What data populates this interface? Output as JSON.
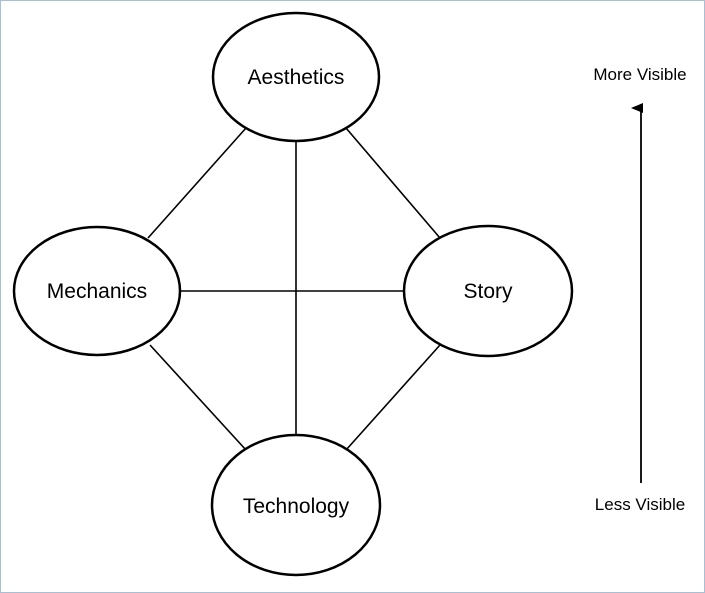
{
  "nodes": {
    "aesthetics": {
      "label": "Aesthetics"
    },
    "mechanics": {
      "label": "Mechanics"
    },
    "story": {
      "label": "Story"
    },
    "technology": {
      "label": "Technology"
    }
  },
  "edges": [
    {
      "from": "aesthetics",
      "to": "mechanics"
    },
    {
      "from": "aesthetics",
      "to": "story"
    },
    {
      "from": "aesthetics",
      "to": "technology"
    },
    {
      "from": "mechanics",
      "to": "story"
    },
    {
      "from": "mechanics",
      "to": "technology"
    },
    {
      "from": "story",
      "to": "technology"
    }
  ],
  "visibility_axis": {
    "top_label": "More Visible",
    "bottom_label": "Less Visible"
  },
  "colors": {
    "stroke": "#000000",
    "fill": "#ffffff",
    "frame_border": "#a9bfd6"
  }
}
